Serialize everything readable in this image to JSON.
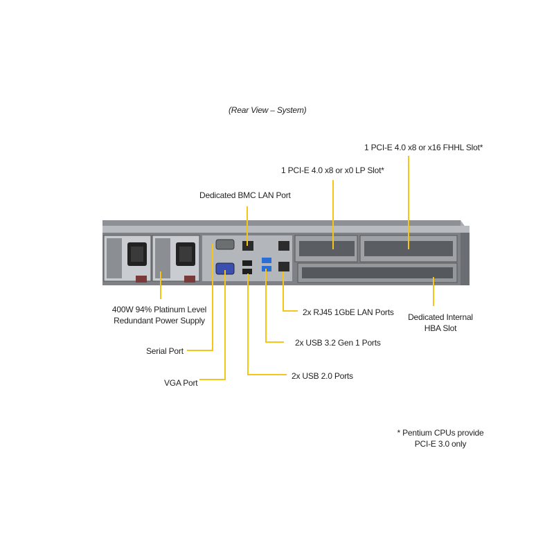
{
  "caption": "(Rear View – System)",
  "callouts": {
    "pcie_fhhl": "1 PCI-E 4.0 x8 or x16 FHHL Slot*",
    "pcie_lp": "1 PCI-E 4.0 x8 or x0 LP Slot*",
    "bmc_lan": "Dedicated BMC LAN Port",
    "psu_line1": "400W 94% Platinum Level",
    "psu_line2": "Redundant Power Supply",
    "rj45": "2x RJ45 1GbE LAN Ports",
    "hba_line1": "Dedicated Internal",
    "hba_line2": "HBA Slot",
    "usb32": "2x USB 3.2 Gen 1 Ports",
    "serial": "Serial Port",
    "usb20": "2x USB 2.0 Ports",
    "vga": "VGA Port"
  },
  "footnote": {
    "line1": "* Pentium CPUs provide",
    "line2": "PCI-E 3.0 only"
  },
  "colors": {
    "leader": "#f5c518",
    "chassis": "#9a9ea3",
    "chassis_dark": "#5f6368",
    "usb3_blue": "#2a6fd6",
    "vga_blue": "#3a4fb0"
  }
}
